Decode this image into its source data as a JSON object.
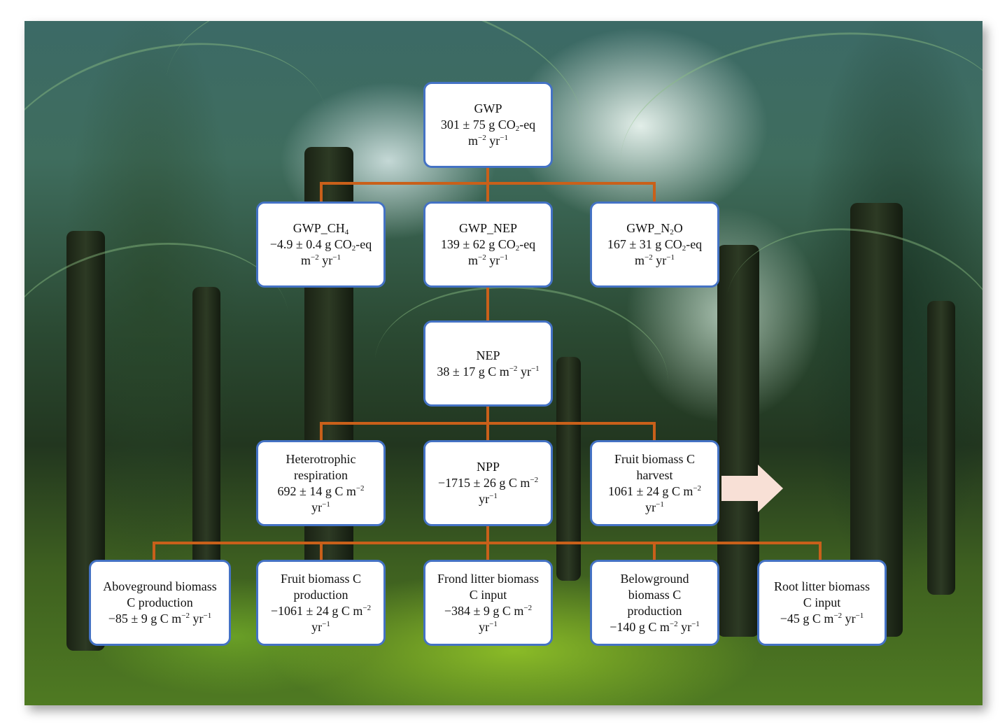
{
  "diagram": {
    "type": "tree",
    "background": "oil palm plantation photograph",
    "colors": {
      "connector": "#c9601a",
      "node_border": "#4472c4",
      "node_fill": "#ffffff",
      "export_arrow": "#f8e0d6"
    },
    "nodes": {
      "gwp": {
        "title": "GWP",
        "value_prefix": "301 ± 75 g CO",
        "value_sub": "2",
        "value_suffix": "-eq",
        "unit_m": "m",
        "unit_m_exp": "−2",
        "unit_yr": " yr",
        "unit_yr_exp": "−1"
      },
      "gwp_ch4": {
        "title_prefix": "GWP_CH",
        "title_sub": "4",
        "value_prefix": "−4.9 ± 0.4 g CO",
        "value_sub": "2",
        "value_suffix": "-eq",
        "unit_m": "m",
        "unit_m_exp": "−2",
        "unit_yr": " yr",
        "unit_yr_exp": "−1"
      },
      "gwp_nep": {
        "title": "GWP_NEP",
        "value_prefix": "139 ± 62 g CO",
        "value_sub": "2",
        "value_suffix": "-eq",
        "unit_m": "m",
        "unit_m_exp": "−2",
        "unit_yr": " yr",
        "unit_yr_exp": "−1"
      },
      "gwp_n2o": {
        "title_prefix": "GWP_N",
        "title_sub": "2",
        "title_suffix": "O",
        "value_prefix": "167 ± 31 g CO",
        "value_sub": "2",
        "value_suffix": "-eq",
        "unit_m": "m",
        "unit_m_exp": "−2",
        "unit_yr": " yr",
        "unit_yr_exp": "−1"
      },
      "nep": {
        "title": "NEP",
        "value": "38 ± 17 g C m",
        "value_exp": "−2",
        "unit_yr": " yr",
        "unit_yr_exp": "−1"
      },
      "heterotrophic_respiration": {
        "line1": "Heterotrophic",
        "line2": "respiration",
        "value": "692 ± 14 g C m",
        "value_exp": "−2",
        "unit_yr": "yr",
        "unit_yr_exp": "−1"
      },
      "npp": {
        "title": "NPP",
        "value": "−1715 ± 26 g C m",
        "value_exp": "−2",
        "unit_yr": "yr",
        "unit_yr_exp": "−1"
      },
      "fruit_harvest": {
        "line1": "Fruit biomass C",
        "line2": "harvest",
        "value": "1061 ± 24 g C m",
        "value_exp": "−2",
        "unit_yr": "yr",
        "unit_yr_exp": "−1"
      },
      "aboveground": {
        "line1": "Aboveground biomass",
        "line2": "C production",
        "value": "−85 ± 9 g C m",
        "value_exp": "−2",
        "unit_yr": " yr",
        "unit_yr_exp": "−1"
      },
      "fruit_production": {
        "line1": "Fruit biomass C",
        "line2": "production",
        "value": "−1061 ± 24 g C m",
        "value_exp": "−2",
        "unit_yr": "yr",
        "unit_yr_exp": "−1"
      },
      "frond_litter": {
        "line1": "Frond litter biomass",
        "line2": "C input",
        "value": "−384 ± 9 g C m",
        "value_exp": "−2",
        "unit_yr": "yr",
        "unit_yr_exp": "−1"
      },
      "belowground": {
        "line1": "Belowground",
        "line2": "biomass C",
        "line3": "production",
        "value": "−140 g C m",
        "value_exp": "−2",
        "unit_yr": " yr",
        "unit_yr_exp": "−1"
      },
      "root_litter": {
        "line1": "Root litter biomass",
        "line2": "C input",
        "value": "−45 g C m",
        "value_exp": "−2",
        "unit_yr": " yr",
        "unit_yr_exp": "−1"
      }
    }
  }
}
